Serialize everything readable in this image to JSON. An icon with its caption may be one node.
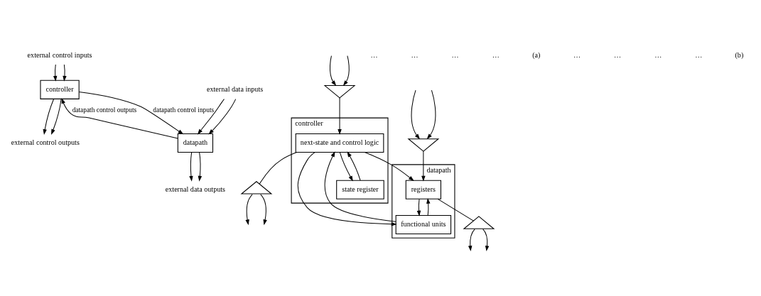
{
  "diagram": {
    "nodes": [
      {
        "text": [
          "external control inputs"
        ]
      },
      {
        "text": [
          "controller"
        ]
      },
      {
        "text": [
          "external data inputs"
        ]
      },
      {
        "text": [
          "datapath"
        ]
      },
      {
        "text": [
          "external control outputs"
        ]
      },
      {
        "text": [
          "external data outputs"
        ]
      },
      {
        "text": [
          "controller"
        ]
      },
      {
        "text": [
          "next-state and control logic"
        ],
        "in": 6
      },
      {
        "text": [
          "state register"
        ],
        "in": 6
      },
      {
        "text": [
          "datapath"
        ]
      },
      {
        "text": [
          "registers"
        ],
        "in": 9
      },
      {
        "text": [
          "functional units"
        ],
        "in": 9
      },
      {
        "text": [],
        "shape": "triangle"
      },
      {
        "text": [],
        "shape": "triangle"
      },
      {
        "text": [],
        "shape": "triangle"
      },
      {
        "text": [],
        "shape": "triangle"
      }
    ],
    "edges": [
      {
        "from": 0,
        "to": 1,
        "arrow": "to"
      },
      {
        "from": 0,
        "to": 1,
        "arrow": "to"
      },
      {
        "from": 2,
        "to": 3,
        "arrow": "to"
      },
      {
        "from": 2,
        "to": 3,
        "arrow": "to"
      },
      {
        "from": 1,
        "to": 3,
        "arrow": "to",
        "label": "datapath control inputs"
      },
      {
        "from": 3,
        "to": 1,
        "arrow": "to",
        "label": "datapath control outputs"
      },
      {
        "from": 1,
        "to": 4,
        "arrow": "to"
      },
      {
        "from": 1,
        "to": 4,
        "arrow": "to"
      },
      {
        "from": 3,
        "to": 5,
        "arrow": "to"
      },
      {
        "from": 3,
        "to": 5,
        "arrow": "to"
      },
      {
        "from": null,
        "to": 12,
        "arrow": "to"
      },
      {
        "from": null,
        "to": 12,
        "arrow": "to"
      },
      {
        "from": 12,
        "to": 7,
        "arrow": "to"
      },
      {
        "from": 8,
        "to": 7,
        "arrow": "to"
      },
      {
        "from": 7,
        "to": 8,
        "arrow": "to"
      },
      {
        "from": 7,
        "to": 13,
        "arrow": "none"
      },
      {
        "from": 13,
        "to": null,
        "arrow": "to"
      },
      {
        "from": 13,
        "to": null,
        "arrow": "to"
      },
      {
        "from": 7,
        "to": 10,
        "arrow": "to"
      },
      {
        "from": 7,
        "to": 11,
        "arrow": "to"
      },
      {
        "from": 11,
        "to": 7,
        "arrow": "to"
      },
      {
        "from": null,
        "to": 14,
        "arrow": "to"
      },
      {
        "from": null,
        "to": 14,
        "arrow": "to"
      },
      {
        "from": 14,
        "to": 10,
        "arrow": "to"
      },
      {
        "from": 10,
        "to": 11,
        "arrow": "to"
      },
      {
        "from": 11,
        "to": 10,
        "arrow": "to"
      },
      {
        "from": 10,
        "to": 15,
        "arrow": "none"
      },
      {
        "from": 15,
        "to": null,
        "arrow": "to"
      },
      {
        "from": 15,
        "to": null,
        "arrow": "to"
      }
    ],
    "labels": [
      "…",
      "…",
      "…",
      "…",
      "(a)",
      "…",
      "…",
      "…",
      "…",
      "(b)"
    ]
  }
}
